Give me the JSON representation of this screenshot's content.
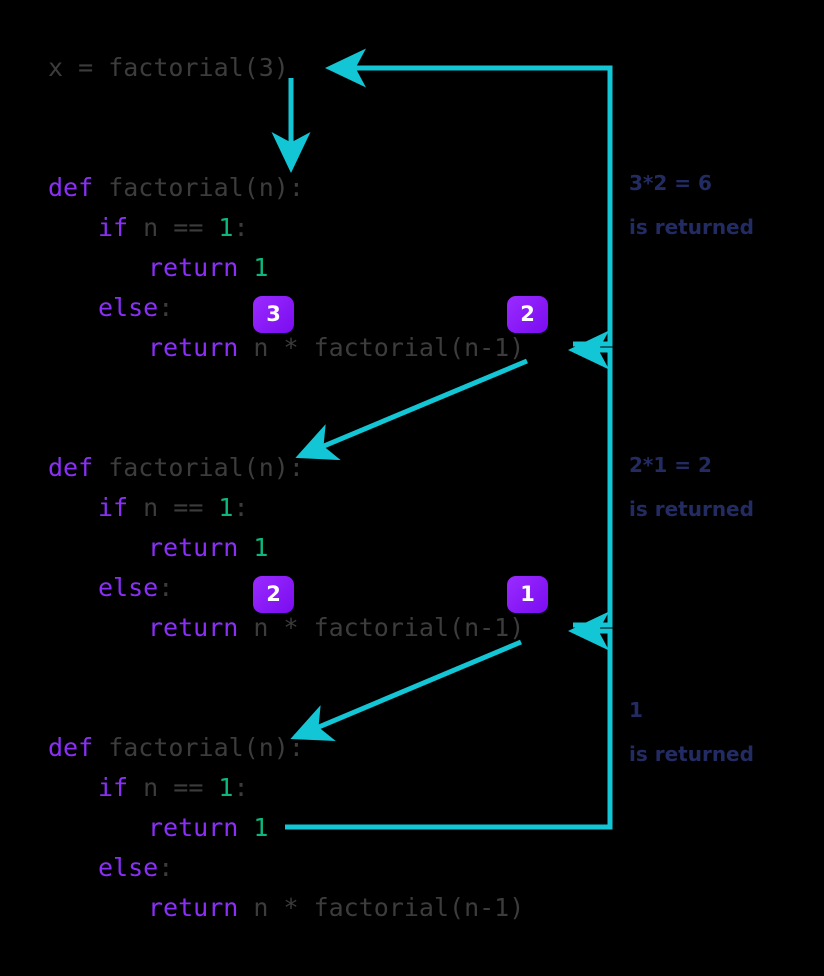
{
  "meta": {
    "title": "Recursive factorial call-stack trace",
    "background": "#000000"
  },
  "colors": {
    "keyword": "#8B2FF8",
    "identifier": "#3C3C3C",
    "number": "#0CB87C",
    "arrow": "#13C6D6",
    "arrow_alt": "#00C8C8",
    "badge_from": "#9A2BFF",
    "badge_to": "#7A0CF0",
    "badge_text": "#FFFFFF",
    "annotation": "#232B63"
  },
  "call_line": {
    "var": "x",
    "eq": " = ",
    "func": "factorial",
    "open": "(",
    "arg": "3",
    "close": ")",
    "full": "x = factorial(3)"
  },
  "code_blocks": [
    {
      "id": "frame-1",
      "lines": [
        {
          "kw": "def",
          "rest": " factorial(n):"
        },
        {
          "kw": "if",
          "rest_a": " n == ",
          "num": "1",
          "rest_b": ":"
        },
        {
          "kw": "return",
          "num": " 1"
        },
        {
          "kw": "else",
          "rest": ":"
        },
        {
          "kw": "return",
          "rest": " n * factorial(n-1)"
        }
      ],
      "badges": [
        {
          "value": "3",
          "name": "badge-n-value"
        },
        {
          "value": "2",
          "name": "badge-arg-value"
        }
      ]
    },
    {
      "id": "frame-2",
      "lines": [
        {
          "kw": "def",
          "rest": " factorial(n):"
        },
        {
          "kw": "if",
          "rest_a": " n == ",
          "num": "1",
          "rest_b": ":"
        },
        {
          "kw": "return",
          "num": " 1"
        },
        {
          "kw": "else",
          "rest": ":"
        },
        {
          "kw": "return",
          "rest": " n * factorial(n-1)"
        }
      ],
      "badges": [
        {
          "value": "2",
          "name": "badge-n-value"
        },
        {
          "value": "1",
          "name": "badge-arg-value"
        }
      ]
    },
    {
      "id": "frame-3",
      "lines": [
        {
          "kw": "def",
          "rest": " factorial(n):"
        },
        {
          "kw": "if",
          "rest_a": " n == ",
          "num": "1",
          "rest_b": ":"
        },
        {
          "kw": "return",
          "num": " 1"
        },
        {
          "kw": "else",
          "rest": ":"
        },
        {
          "kw": "return",
          "rest": " n * factorial(n-1)"
        }
      ],
      "badges": []
    }
  ],
  "tokens": {
    "def": "def",
    "if": "if",
    "else": "else",
    "return": "return",
    "sig": " factorial(n):",
    "cond_a": " n == ",
    "one": "1",
    "cond_b": ":",
    "ret_one": " 1",
    "colon": ":",
    "ret_expr": " n * factorial(n-1)"
  },
  "annotations": [
    {
      "name": "annotation-return-6",
      "line1": "3*2 = 6",
      "line2": "is returned"
    },
    {
      "name": "annotation-return-2",
      "line1": "2*1 = 2",
      "line2": "is returned"
    },
    {
      "name": "annotation-return-1",
      "line1": "1",
      "line2": "is returned"
    }
  ]
}
